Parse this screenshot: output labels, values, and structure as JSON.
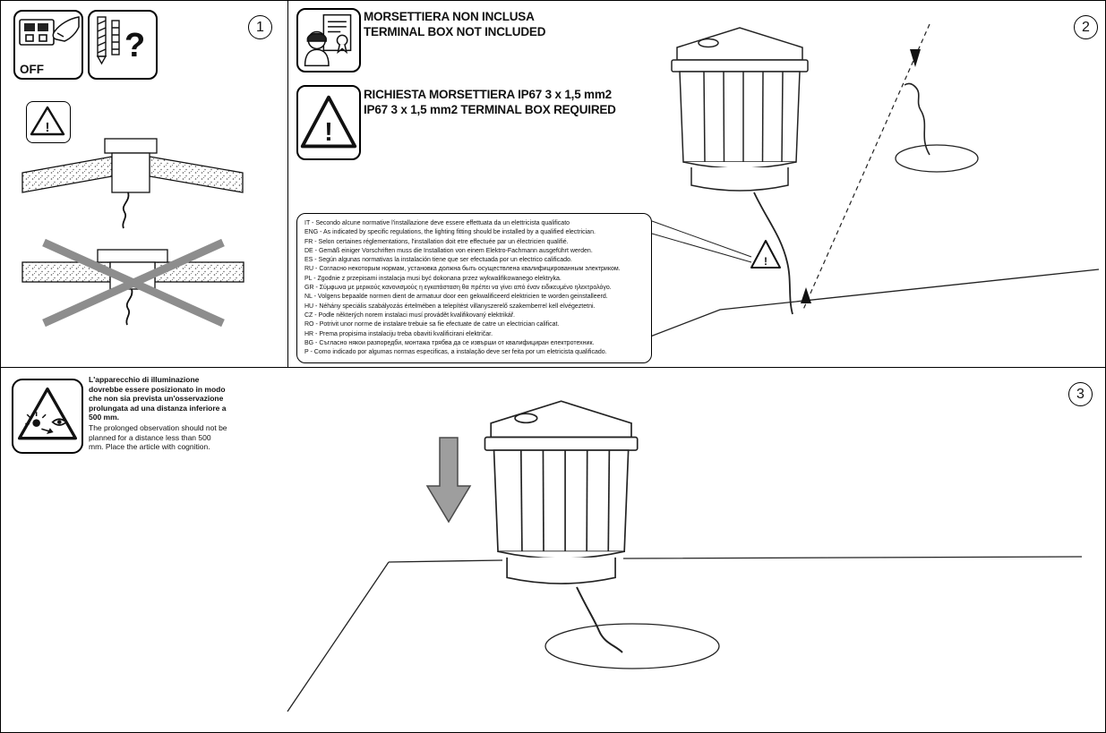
{
  "glyphs": {
    "off": "OFF",
    "question": "?",
    "exclamation": "!"
  },
  "panel1": {
    "number": "1"
  },
  "panel2": {
    "number": "2",
    "not_included": {
      "it": "MORSETTIERA NON INCLUSA",
      "en": "TERMINAL BOX NOT INCLUDED"
    },
    "required": {
      "it": "RICHIESTA MORSETTIERA IP67 3 x 1,5 mm2",
      "en": "IP67 3 x 1,5 mm2 TERMINAL BOX REQUIRED"
    },
    "languages": [
      "IT - Secondo alcune normative l'installazione deve essere effettuata da un elettricista qualificato",
      "ENG - As indicated by specific regulations, the lighting fitting should be installed by a qualified electrician.",
      "FR - Selon certaines réglementations, l'installation doit etre effectuée par un électricien qualifié.",
      "DE - Gemäß einiger Vorschriften muss die Installation von einem Elektro-Fachmann ausgeführt werden.",
      "ES - Según algunas normativas la instalación tiene que ser efectuada por un electrico calificado.",
      "RU - Согласно некоторым нормам, установка должна быть осуществлена квалифицированным электриком.",
      "PL - Zgodnie z przepisami instalacja musi być dokonana przez wykwalifikowanego elektryka.",
      "GR - Σύμφωνα με μερικούς κανονισμούς η εγκατάσταση θα πρέπει να γίνει από έναν ειδικευμένο ηλεκτρολόγο.",
      "NL - Volgens bepaalde normen dient de armatuur door een gekwalificeerd elektricien te worden geinstalleerd.",
      "HU - Néhány speciális szabályozás értelmében a telepítést villanyszerelő szakemberrel kell elvégeztetni.",
      "CZ - Podle některých norem instalaci musí provádět kvalifikovaný elektrikář.",
      "RO - Potrivit unor norme de instalare trebuie sa fie efectuate de catre un electrician calificat.",
      "HR - Prema propisima instalaciju treba obaviti kvalificirani električar.",
      "BG - Съгласно някои разпоредби, монтажа трябва да се извърши от квалифициран електротехник.",
      "P - Como indicado por algumas normas especificas, a instalação deve ser feita por um eletricista qualificado."
    ]
  },
  "panel3": {
    "number": "3",
    "notice_it": "L'apparecchio di illuminazione dovrebbe essere posizionato in modo che non sia prevista un'osservazione prolungata ad una distanza inferiore a 500 mm.",
    "notice_en": "The prolonged observation should not be planned for a distance less than 500 mm. Place the article with cognition."
  }
}
